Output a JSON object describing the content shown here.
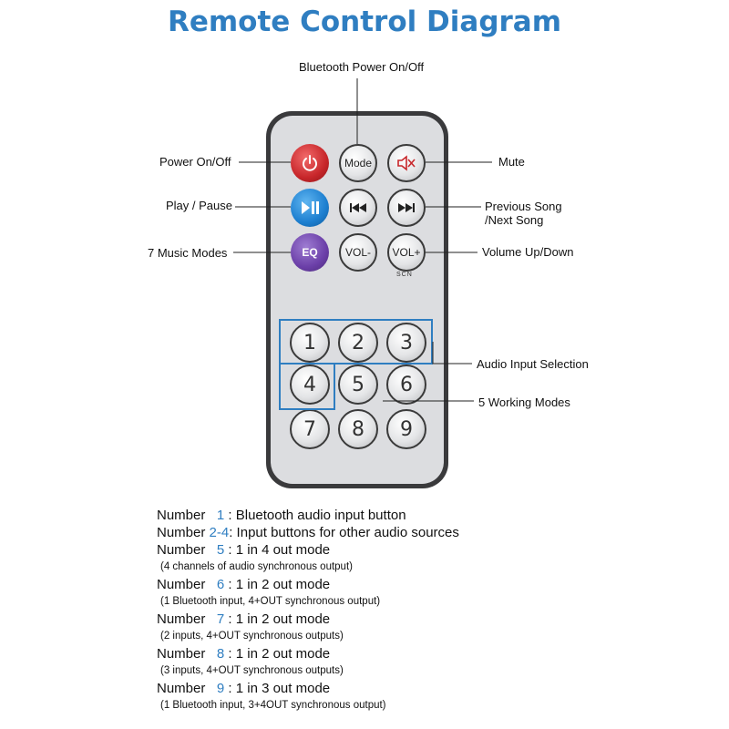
{
  "title": "Remote Control Diagram",
  "callouts": {
    "bluetooth_power": "Bluetooth Power On/Off",
    "power": "Power On/Off",
    "mute": "Mute",
    "play_pause": "Play / Pause",
    "prev_next_line1": "Previous Song",
    "prev_next_line2": "/Next Song",
    "music_modes": "7 Music Modes",
    "volume": "Volume Up/Down",
    "audio_input": "Audio Input Selection",
    "working_modes": "5 Working Modes"
  },
  "buttons": {
    "mode": "Mode",
    "eq": "EQ",
    "vol_minus": "VOL-",
    "vol_plus": "VOL+",
    "scn": "SCN",
    "digits": [
      "1",
      "2",
      "3",
      "4",
      "5",
      "6",
      "7",
      "8",
      "9"
    ]
  },
  "notes": [
    {
      "prefix": "Number",
      "num": "1",
      "text": ": Bluetooth audio input button",
      "sub": ""
    },
    {
      "prefix": "Number",
      "num": "2-4",
      "text": ": Input buttons for other audio sources",
      "sub": ""
    },
    {
      "prefix": "Number",
      "num": "5",
      "text": ": 1 in 4 out mode",
      "sub": "(4 channels of audio synchronous output)"
    },
    {
      "prefix": "Number",
      "num": "6",
      "text": ": 1 in 2 out mode",
      "sub": "(1 Bluetooth input, 4+OUT synchronous output)"
    },
    {
      "prefix": "Number",
      "num": "7",
      "text": ": 1 in 2 out mode",
      "sub": "(2 inputs, 4+OUT synchronous outputs)"
    },
    {
      "prefix": "Number",
      "num": "8",
      "text": ": 1 in 2 out mode",
      "sub": "(3 inputs, 4+OUT synchronous outputs)"
    },
    {
      "prefix": "Number",
      "num": "9",
      "text": ": 1 in 3 out mode",
      "sub": "(1 Bluetooth input, 3+4OUT synchronous output)"
    }
  ]
}
